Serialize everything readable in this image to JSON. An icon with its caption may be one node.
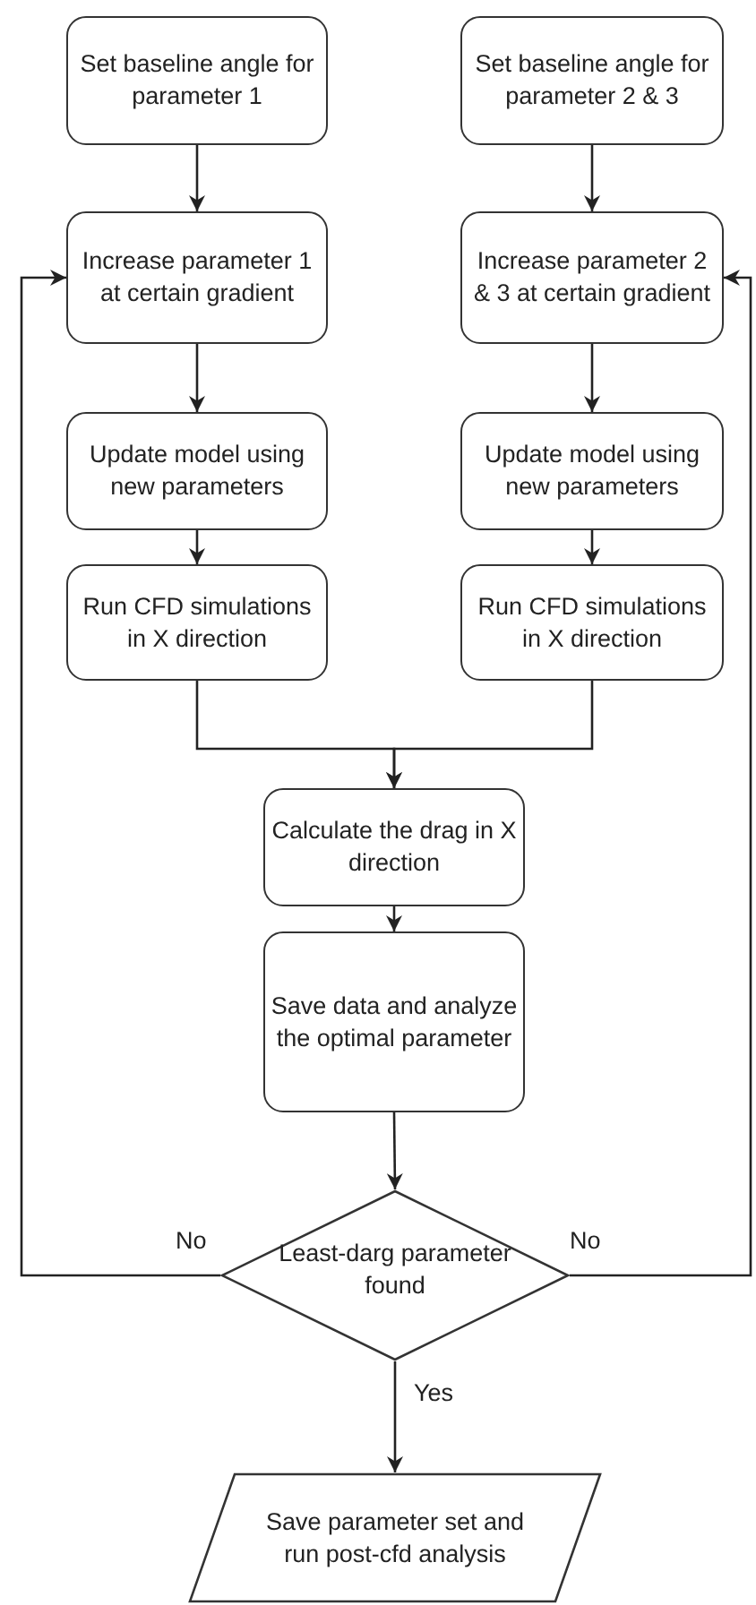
{
  "diagram": {
    "nodes": [
      {
        "text": [
          "Set baseline angle for parameter 1"
        ]
      },
      {
        "text": [
          "Set baseline angle for parameter 2 & 3"
        ]
      },
      {
        "text": [
          "Increase parameter 1 at certain gradient"
        ]
      },
      {
        "text": [
          "Increase parameter 2 & 3 at certain gradient"
        ]
      },
      {
        "text": [
          "Update model using new parameters"
        ]
      },
      {
        "text": [
          "Update model using new parameters"
        ]
      },
      {
        "text": [
          "Run CFD simulations in X direction"
        ]
      },
      {
        "text": [
          "Run CFD simulations in X direction"
        ]
      },
      {
        "text": [
          "Calculate the drag in X direction"
        ]
      },
      {
        "text": [
          "Save data and analyze the optimal parameter"
        ]
      },
      {
        "text": [
          "Least-darg parameter found"
        ]
      },
      {
        "text": [
          "Save parameter set and run post-cfd analysis"
        ]
      }
    ],
    "edges": [
      {
        "from": 0,
        "to": 2,
        "arrow": "to"
      },
      {
        "from": 1,
        "to": 3,
        "arrow": "to"
      },
      {
        "from": 2,
        "to": 4,
        "arrow": "to"
      },
      {
        "from": 3,
        "to": 5,
        "arrow": "to"
      },
      {
        "from": 4,
        "to": 6,
        "arrow": "to"
      },
      {
        "from": 5,
        "to": 7,
        "arrow": "to"
      },
      {
        "from": 6,
        "to": 8,
        "arrow": "to"
      },
      {
        "from": 7,
        "to": 8,
        "arrow": "to"
      },
      {
        "from": 8,
        "to": 9,
        "arrow": "to"
      },
      {
        "from": 9,
        "to": 10,
        "arrow": "to"
      },
      {
        "from": 10,
        "to": 2,
        "arrow": "to",
        "label": "No"
      },
      {
        "from": 10,
        "to": 3,
        "arrow": "to",
        "label": "No"
      },
      {
        "from": 10,
        "to": 11,
        "arrow": "to",
        "label": "Yes"
      }
    ]
  }
}
